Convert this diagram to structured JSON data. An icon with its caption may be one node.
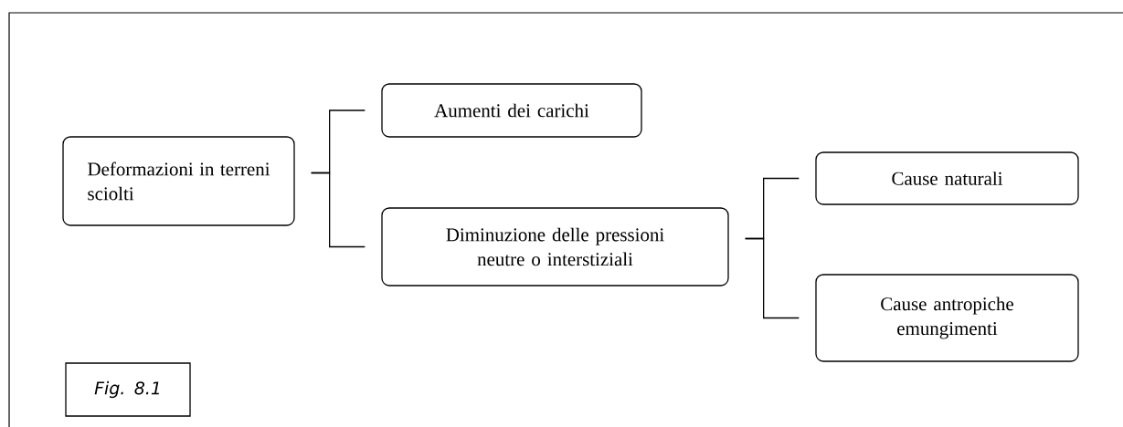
{
  "diagram": {
    "nodes": [
      {
        "text": [
          "Deformazioni in terreni sciolti"
        ]
      },
      {
        "text": [
          "Aumenti dei carichi"
        ]
      },
      {
        "text": [
          "Diminuzione delle pressioni neutre o interstiziali"
        ]
      },
      {
        "text": [
          "Cause naturali"
        ]
      },
      {
        "text": [
          "Cause antropiche emungimenti"
        ]
      },
      {
        "text": [
          "Fig. 8.1"
        ]
      }
    ],
    "edges": [
      {
        "from": 0,
        "to": 1,
        "arrow": "none"
      },
      {
        "from": 0,
        "to": 2,
        "arrow": "none"
      },
      {
        "from": 2,
        "to": 3,
        "arrow": "none"
      },
      {
        "from": 2,
        "to": 4,
        "arrow": "none"
      }
    ]
  }
}
